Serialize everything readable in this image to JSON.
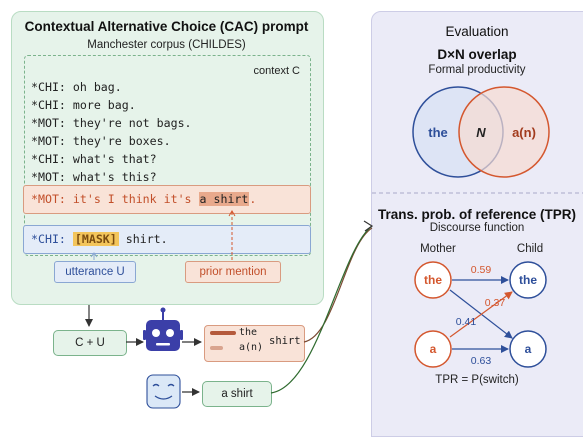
{
  "left_panel": {
    "title": "Contextual Alternative Choice (CAC) prompt",
    "subtitle": "Manchester corpus (CHILDES)",
    "context_label": "context C",
    "context_lines": [
      "*CHI: oh bag.",
      "*CHI: more bag.",
      "*MOT: they're not bags.",
      "*MOT: they're boxes.",
      "*CHI: what's that?",
      "*MOT: what's this?"
    ],
    "mot_line": {
      "prefix": "*MOT: it's I think it's ",
      "highlight": "a shirt",
      "suffix": "."
    },
    "chi_line": {
      "prefix": "*CHI: ",
      "mask": "[MASK]",
      "suffix": " shirt."
    },
    "utterance_label": "utterance U",
    "prior_mention_label": "prior mention"
  },
  "flow": {
    "cu_label": "C + U",
    "model_output": {
      "option1": "the",
      "option2": "a(n)",
      "noun": "shirt"
    },
    "human_output": "a shirt"
  },
  "right_panel": {
    "title": "Evaluation",
    "dxn": {
      "title": "D×N overlap",
      "subtitle": "Formal productivity",
      "left": "the",
      "center": "N",
      "right": "a(n)"
    },
    "tpr": {
      "title": "Trans. prob. of reference (TPR)",
      "subtitle": "Discourse function",
      "mother_label": "Mother",
      "child_label": "Child",
      "mother_nodes": [
        "the",
        "a"
      ],
      "child_nodes": [
        "the",
        "a"
      ],
      "probs": {
        "the_the": "0.59",
        "the_a": "0.37",
        "a_the": "0.41",
        "a_a": "0.63"
      },
      "formula": "TPR = P(switch)"
    }
  },
  "colors": {
    "orange": "#d4572e",
    "blue": "#2e4f9a",
    "green": "#2f7a3e",
    "robot": "#3b3fa8"
  }
}
